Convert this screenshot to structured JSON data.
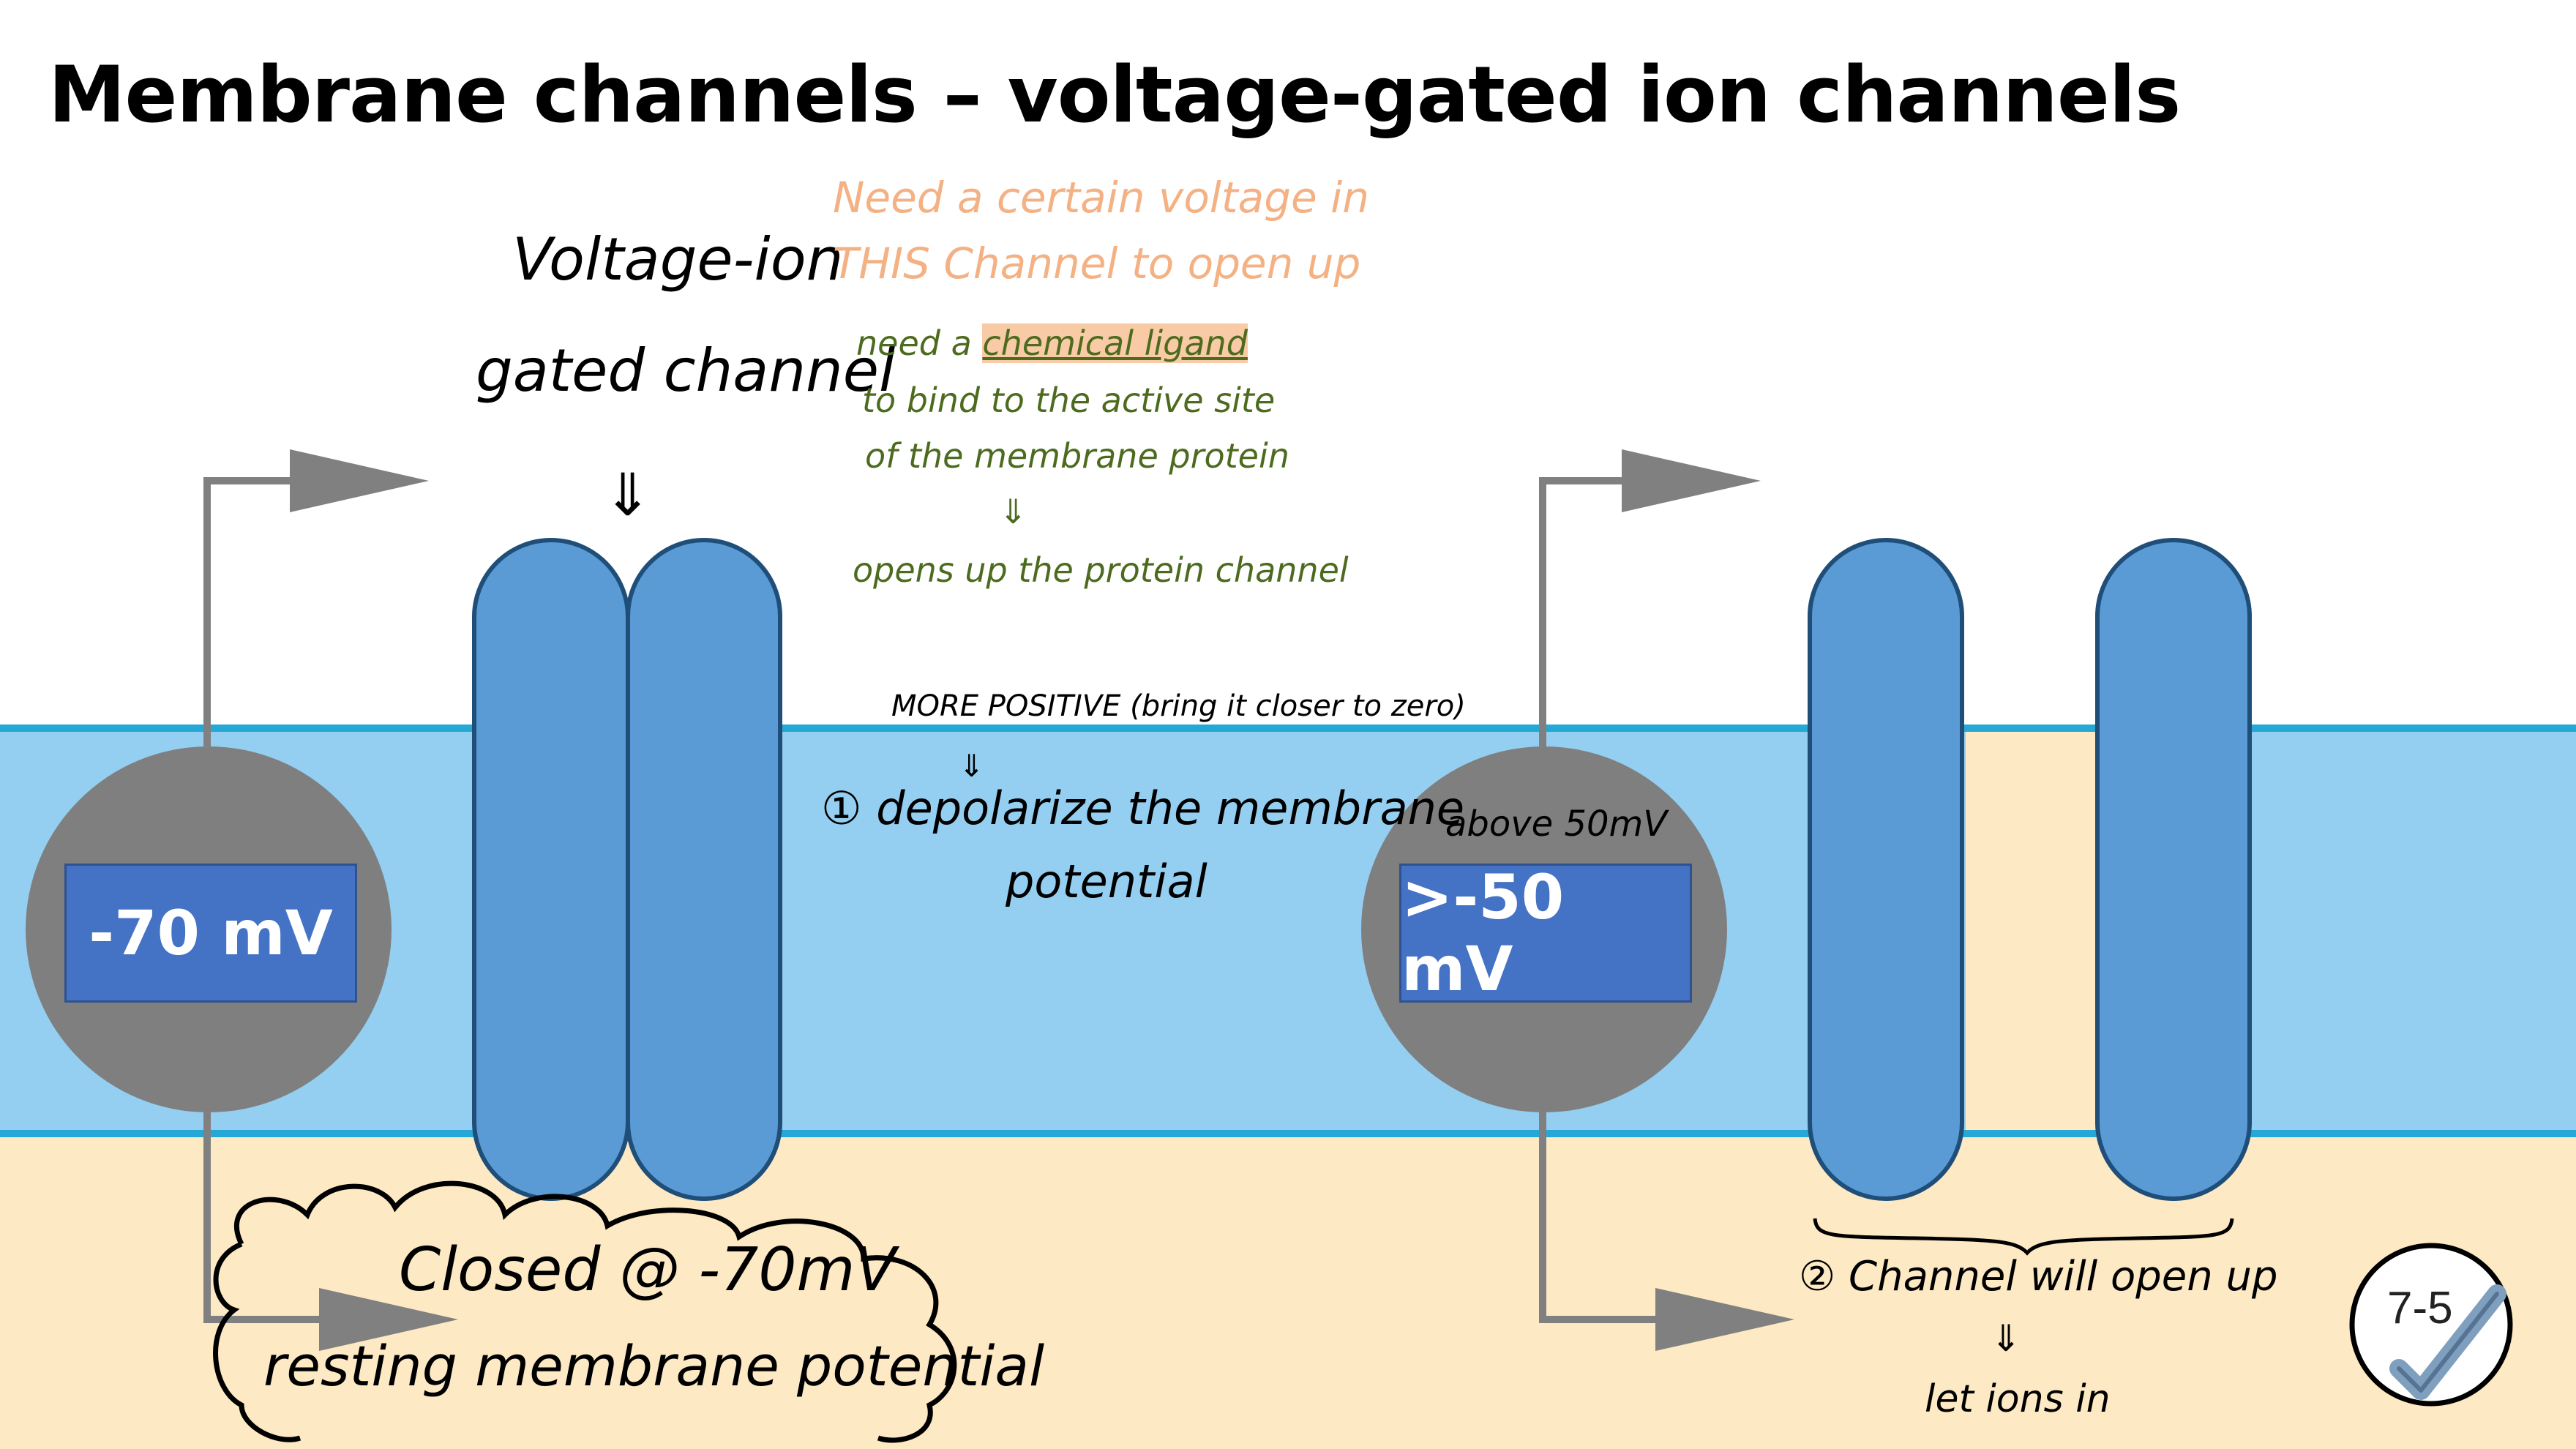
{
  "slide": {
    "title": "Membrane channels – voltage-gated ion channels",
    "badge": "7-5"
  },
  "left_panel": {
    "voltage": "-70 mV",
    "label_line1": "Voltage-ion",
    "label_line2": "gated channel",
    "label_arrow": "⇓",
    "cloud_line1": "Closed @ -70mV",
    "cloud_line2": "resting membrane potential"
  },
  "right_panel": {
    "voltage": ">-50 mV",
    "note_above": "above 50mV",
    "open_line1": "② Channel will open up",
    "open_arrow": "⇓",
    "open_line2": "let ions in"
  },
  "notes": {
    "orange_line1": "Need a certain voltage in",
    "orange_line2": "THIS Channel to open up",
    "green_line1_pre": "need a ",
    "green_line1_highlight": "chemical ligand",
    "green_line2": "to bind to the active site",
    "green_line3": "of the membrane protein",
    "green_arrow": "⇓",
    "green_line4": "opens up the protein channel",
    "positive_line": "MORE POSITIVE (bring it closer to zero)",
    "positive_arrow": "⇓",
    "depolarize_line1": "① depolarize the membrane",
    "depolarize_line2": "potential"
  },
  "colors": {
    "membrane": "#94cff1",
    "membrane_edge": "#26a8d6",
    "cytoplasm": "#fde9c3",
    "channel_fill": "#5b9bd5",
    "channel_stroke": "#1f4e79",
    "voltmeter": "#7f7f7f",
    "voltage_box": "#4472c4",
    "note_orange": "#f4b183",
    "note_green": "#4d6b1f"
  }
}
